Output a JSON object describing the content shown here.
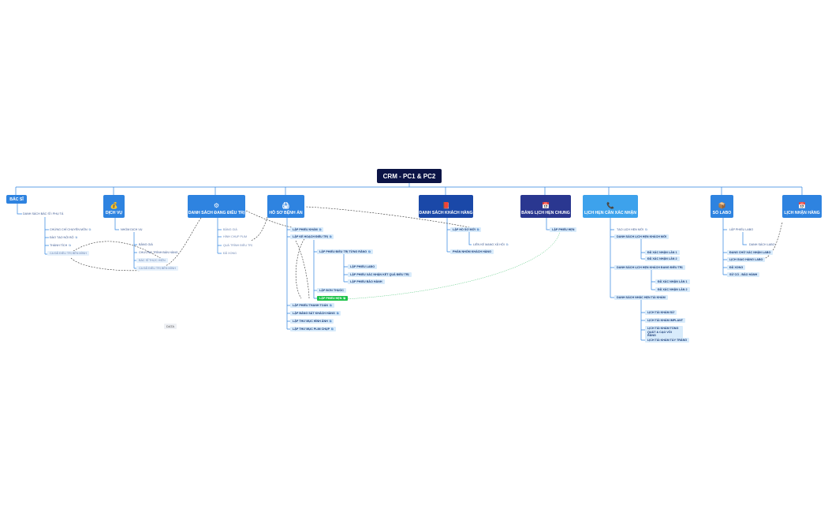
{
  "root": "CRM - PC1 & PC2",
  "tag": "DATA",
  "categories": [
    {
      "id": "bac-si",
      "label": "BÁC SĨ",
      "icon": ""
    },
    {
      "id": "dich-vu",
      "label": "DỊCH VỤ",
      "icon": "💰"
    },
    {
      "id": "dieu-tri",
      "label": "DANH SÁCH ĐANG ĐIỀU TRỊ",
      "icon": "⚙"
    },
    {
      "id": "ho-so",
      "label": "HỒ SƠ BỆNH ÁN",
      "icon": "🖨"
    },
    {
      "id": "khach-hang",
      "label": "DANH SÁCH KHÁCH HÀNG",
      "icon": "📕"
    },
    {
      "id": "lich-hen",
      "label": "BẢNG LỊCH HẸN CHUNG",
      "icon": "📅"
    },
    {
      "id": "xac-nhan",
      "label": "LỊCH HẸN CẦN XÁC NHẬN",
      "icon": "📞"
    },
    {
      "id": "so-labo",
      "label": "SỔ LABO",
      "icon": "📦"
    },
    {
      "id": "nhan-hang",
      "label": "LỊCH NHẬN HÀNG",
      "icon": "📅"
    }
  ],
  "leaves": [
    {
      "id": "l1",
      "text": "DANH SÁCH BÁC SĨ / PHỤ TÁ",
      "note": false
    },
    {
      "id": "l2",
      "text": "CHỨNG CHỈ CHUYÊN MÔN",
      "note": true
    },
    {
      "id": "l3",
      "text": "ĐÀO TẠO NỘI BỘ",
      "note": true
    },
    {
      "id": "l4",
      "text": "THÀNH TÍCH",
      "note": true
    },
    {
      "id": "l5",
      "text": "CA ĐÃ ĐIỀU TRỊ BÊN MÌNH",
      "note": false
    },
    {
      "id": "l6",
      "text": "NHÓM DỊCH VỤ",
      "note": false
    },
    {
      "id": "l7",
      "text": "BẢNG GIÁ",
      "note": false
    },
    {
      "id": "l8",
      "text": "CHƯƠNG TRÌNH BÁN HÀNG",
      "note": false
    },
    {
      "id": "l9",
      "text": "BÁC SĨ THỰC HIỆN",
      "note": false
    },
    {
      "id": "l10",
      "text": "CA ĐÃ ĐIỀU TRỊ BÊN MÌNH",
      "note": false
    },
    {
      "id": "l11",
      "text": "BẢNG GIÁ",
      "note": false
    },
    {
      "id": "l12",
      "text": "HÌNH CHỤP PLIM",
      "note": false
    },
    {
      "id": "l13",
      "text": "QUÁ TRÌNH ĐIỀU TRỊ",
      "note": false
    },
    {
      "id": "l14",
      "text": "ĐÃ XONG",
      "note": false
    },
    {
      "id": "l15",
      "text": "LẬP PHIẾU KHÁM",
      "note": true
    },
    {
      "id": "l16",
      "text": "LẬP KẾ HOẠCH ĐIỀU TRỊ",
      "note": true
    },
    {
      "id": "l17",
      "text": "LẬP PHIẾU ĐIỀU TRỊ TỪNG RĂNG",
      "note": true
    },
    {
      "id": "l18",
      "text": "LẬP PHIẾU LABO",
      "note": false
    },
    {
      "id": "l19",
      "text": "LẬP PHIẾU XÁC NHẬN KẾT QUẢ ĐIỀU TRỊ",
      "note": false
    },
    {
      "id": "l20",
      "text": "LẬP PHIẾU BẢO HÀNH",
      "note": false
    },
    {
      "id": "l21",
      "text": "LẬP ĐƠN THUỐC",
      "note": false
    },
    {
      "id": "l22",
      "text": "LẬP PHIẾU HẸN",
      "note": true
    },
    {
      "id": "l23",
      "text": "LẬP PHIẾU THANH TOÁN",
      "note": true
    },
    {
      "id": "l24",
      "text": "LẬP BẢNG SÁT KHÁCH HÀNG",
      "note": true
    },
    {
      "id": "l25",
      "text": "LẬP THƯ MỤC HÌNH ẢNH",
      "note": true
    },
    {
      "id": "l26",
      "text": "LẬP THƯ MỤC PLIM CHỤP",
      "note": true
    },
    {
      "id": "l27",
      "text": "LẬP HỒ SƠ MỚI",
      "note": true
    },
    {
      "id": "l28",
      "text": "LIÊN KẾ MẠNG XÃ HỘI",
      "note": true
    },
    {
      "id": "l29",
      "text": "PHÂN NHÓM KHÁCH HÀNG",
      "note": false
    },
    {
      "id": "l30",
      "text": "LẬP PHIẾU HẸN",
      "note": false
    },
    {
      "id": "l31",
      "text": "TẠO LỊCH HẸN MỚI",
      "note": true
    },
    {
      "id": "l32",
      "text": "DANH SÁCH LỊCH HẸN KHÁCH MỚI",
      "note": false
    },
    {
      "id": "l33",
      "text": "ĐÃ XÁC NHẬN LẦN 1",
      "note": false
    },
    {
      "id": "l34",
      "text": "ĐÃ XÁC NHẬN LẦN 2",
      "note": false
    },
    {
      "id": "l35",
      "text": "DANH SÁCH LỊCH HẸN KHÁCH ĐANG ĐIỀU TRỊ",
      "note": false
    },
    {
      "id": "l36",
      "text": "ĐÃ XÁC NHẬN LẦN 1",
      "note": false
    },
    {
      "id": "l37",
      "text": "ĐÃ XÁC NHẬN LẦN 2",
      "note": false
    },
    {
      "id": "l38",
      "text": "DANH SÁCH NHẮC HẸN TÁI KHÁM",
      "note": false
    },
    {
      "id": "l39",
      "text": "LỊCH TÁI KHÁM SỨ",
      "note": false
    },
    {
      "id": "l40",
      "text": "LỊCH TÁI KHÁM IMPLANT",
      "note": false
    },
    {
      "id": "l41",
      "text": "LỊCH TÁI KHÁM TỔNG QUÁT & CẠO VÔI RĂNG",
      "note": false
    },
    {
      "id": "l42",
      "text": "LỊCH TÁI KHÁM TẨY TRẮNG",
      "note": false
    },
    {
      "id": "l43",
      "text": "LẬP PHIẾU LABO",
      "note": false
    },
    {
      "id": "l44",
      "text": "DANH SÁCH LABO",
      "note": false
    },
    {
      "id": "l45",
      "text": "ĐANG CHỜ XÁC NHẬN LABO",
      "note": false
    },
    {
      "id": "l46",
      "text": "LỊCH GIAO HÀNG LABO",
      "note": false
    },
    {
      "id": "l47",
      "text": "ĐÃ XONG",
      "note": false
    },
    {
      "id": "l48",
      "text": "SỬ CỐ - BẢO HÀNH",
      "note": false
    }
  ]
}
